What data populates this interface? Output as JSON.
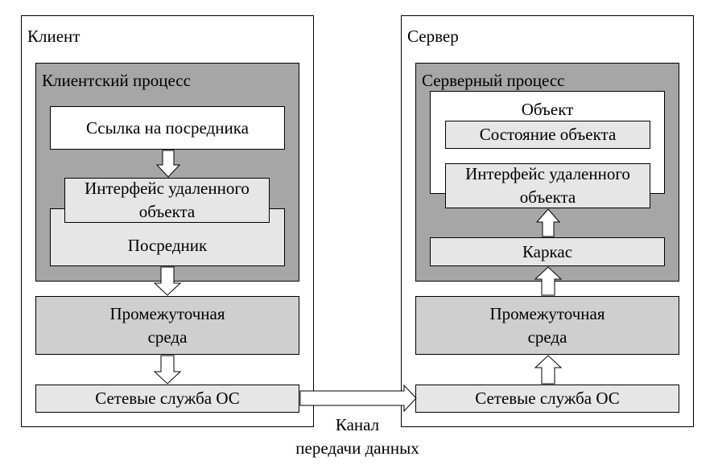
{
  "client": {
    "title": "Клиент",
    "process_title": "Клиентский процесс",
    "proxy_ref": "Ссылка на посредника",
    "remote_interface": {
      "line1": "Интерфейс удаленного",
      "line2": "объекта"
    },
    "proxy": "Посредник",
    "middleware": {
      "line1": "Промежуточная",
      "line2": "среда"
    },
    "network": "Сетевые служба ОС"
  },
  "server": {
    "title": "Сервер",
    "process_title": "Серверный процесс",
    "object": "Объект",
    "object_state": "Состояние объекта",
    "remote_interface": {
      "line1": "Интерфейс удаленного",
      "line2": "объекта"
    },
    "skeleton": "Каркас",
    "middleware": {
      "line1": "Промежуточная",
      "line2": "среда"
    },
    "network": "Сетевые служба ОС"
  },
  "channel": {
    "line1": "Канал",
    "line2": "передачи данных"
  },
  "colors": {
    "process_fill": "#a6a6a6",
    "middleware_fill": "#cfcfcf",
    "component_fill": "#e6e6e6"
  }
}
